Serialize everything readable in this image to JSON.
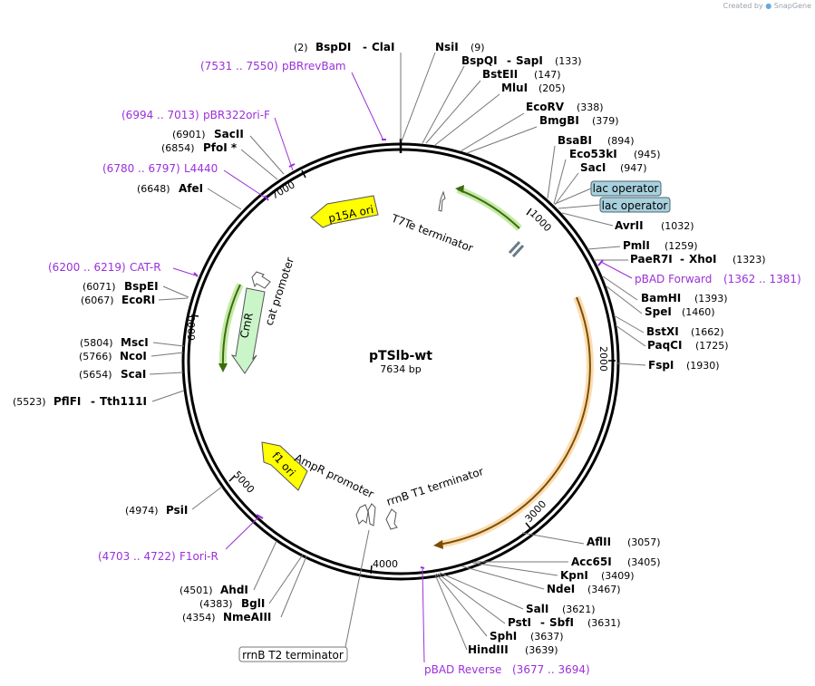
{
  "header": {
    "created_by": "Created by",
    "brand": "SnapGene"
  },
  "plasmid": {
    "name": "pTSlb-wt",
    "length_label": "7634 bp"
  },
  "ticks": [
    "1000",
    "2000",
    "3000",
    "4000",
    "5000",
    "6000",
    "7000"
  ],
  "sites": [
    {
      "name": "BspDI",
      "name2": "ClaI",
      "pos": "(2)"
    },
    {
      "name": "NsiI",
      "pos": "(9)"
    },
    {
      "name": "BspQI",
      "name2": "SapI",
      "pos": "(133)"
    },
    {
      "name": "BstEII",
      "pos": "(147)"
    },
    {
      "name": "MluI",
      "pos": "(205)"
    },
    {
      "name": "EcoRV",
      "pos": "(338)"
    },
    {
      "name": "BmgBI",
      "pos": "(379)"
    },
    {
      "name": "BsaBI",
      "pos": "(894)"
    },
    {
      "name": "Eco53kI",
      "pos": "(945)"
    },
    {
      "name": "SacI",
      "pos": "(947)"
    },
    {
      "name": "AvrII",
      "pos": "(1032)"
    },
    {
      "name": "PmlI",
      "pos": "(1259)"
    },
    {
      "name": "PaeR7I",
      "name2": "XhoI",
      "pos": "(1323)"
    },
    {
      "name": "BamHI",
      "pos": "(1393)"
    },
    {
      "name": "SpeI",
      "pos": "(1460)"
    },
    {
      "name": "BstXI",
      "pos": "(1662)"
    },
    {
      "name": "PaqCI",
      "pos": "(1725)"
    },
    {
      "name": "FspI",
      "pos": "(1930)"
    },
    {
      "name": "AflII",
      "pos": "(3057)"
    },
    {
      "name": "Acc65I",
      "pos": "(3405)"
    },
    {
      "name": "KpnI",
      "pos": "(3409)"
    },
    {
      "name": "NdeI",
      "pos": "(3467)"
    },
    {
      "name": "SalI",
      "pos": "(3621)"
    },
    {
      "name": "PstI",
      "name2": "SbfI",
      "pos": "(3631)"
    },
    {
      "name": "SphI",
      "pos": "(3637)"
    },
    {
      "name": "HindIII",
      "pos": "(3639)"
    },
    {
      "name": "PsiI",
      "pos": "(4974)"
    },
    {
      "name": "AhdI",
      "pos": "(4501)"
    },
    {
      "name": "BglI",
      "pos": "(4383)"
    },
    {
      "name": "NmeAIII",
      "pos": "(4354)"
    },
    {
      "name": "PflFI",
      "name2": "Tth111I",
      "pos": "(5523)"
    },
    {
      "name": "ScaI",
      "pos": "(5654)"
    },
    {
      "name": "NcoI",
      "pos": "(5766)"
    },
    {
      "name": "MscI",
      "pos": "(5804)"
    },
    {
      "name": "EcoRI",
      "pos": "(6067)"
    },
    {
      "name": "BspEI",
      "pos": "(6071)"
    },
    {
      "name": "AfeI",
      "pos": "(6648)"
    },
    {
      "name": "PfoI *",
      "pos": "(6854)"
    },
    {
      "name": "SacII",
      "pos": "(6901)"
    }
  ],
  "primers": [
    {
      "name": "pBRrevBam",
      "range": "(7531 .. 7550)"
    },
    {
      "name": "pBR322ori-F",
      "range": "(6994 .. 7013)"
    },
    {
      "name": "L4440",
      "range": "(6780 .. 6797)"
    },
    {
      "name": "CAT-R",
      "range": "(6200 .. 6219)"
    },
    {
      "name": "pBAD Forward",
      "range": "(1362 .. 1381)"
    },
    {
      "name": "F1ori-R",
      "range": "(4703 .. 4722)"
    },
    {
      "name": "pBAD Reverse",
      "range": "(3677 .. 3694)"
    }
  ],
  "features": {
    "p15a_ori": "p15A ori",
    "t7te_terminator": "T7Te terminator",
    "lac_operator_1": "lac operator",
    "lac_operator_2": "lac operator",
    "cmr": "CmR",
    "cat_promoter": "cat promoter",
    "f1_ori": "f1 ori",
    "ampr_promoter": "AmpR promoter",
    "rrnb_t1": "rrnB T1 terminator",
    "rrnb_t2": "rrnB T2 terminator"
  },
  "colors": {
    "primer": "#9b30d9",
    "p15a": "#ffff00",
    "cmr": "#c9f5c9",
    "lac_operator": "#a8d1de",
    "green_arc": "#3d6b0f",
    "orange_arc": "#7a4d00"
  }
}
